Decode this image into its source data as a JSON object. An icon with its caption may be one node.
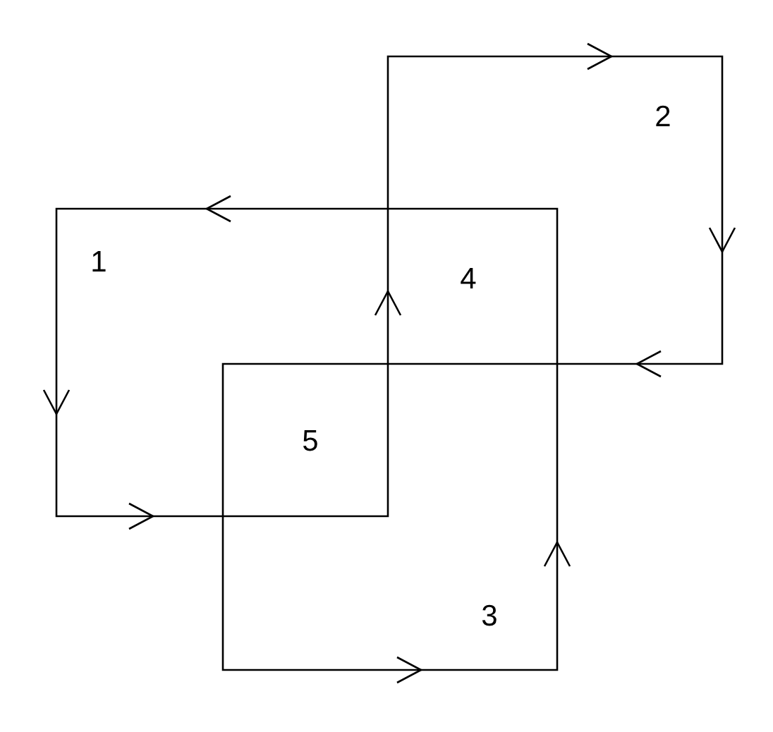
{
  "diagram": {
    "labels": [
      "2",
      "1",
      "4",
      "5",
      "3"
    ]
  }
}
